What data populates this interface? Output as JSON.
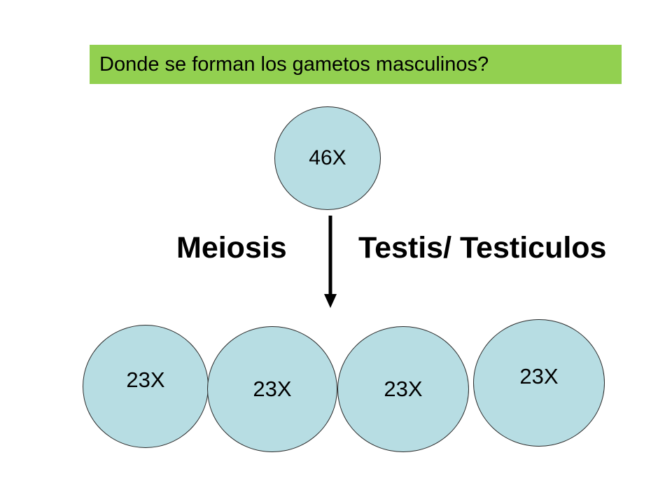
{
  "question": "Donde se forman los gametos masculinos?",
  "parent_cell": {
    "label": "46X"
  },
  "process": {
    "name": "Meiosis",
    "location": "Testis/ Testiculos"
  },
  "daughter_cells": [
    {
      "label": "23X"
    },
    {
      "label": "23X"
    },
    {
      "label": "23X"
    },
    {
      "label": "23X"
    }
  ],
  "colors": {
    "question_background": "#92d050",
    "cell_fill": "#b7dde3",
    "cell_stroke": "#2a2a2a",
    "arrow": "#000000"
  }
}
